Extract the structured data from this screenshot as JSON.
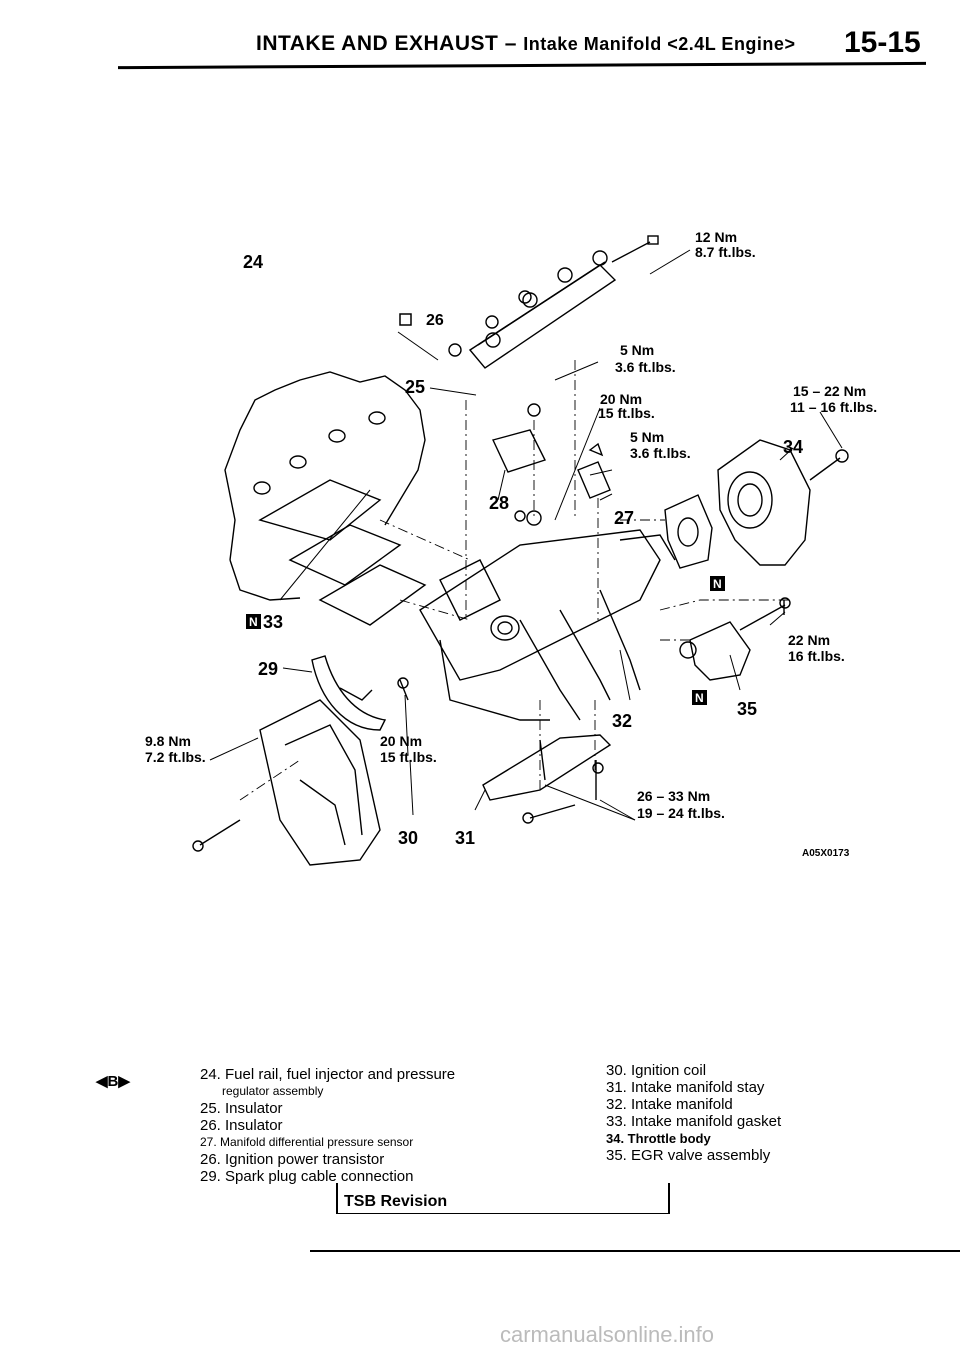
{
  "header": {
    "section": "INTAKE AND EXHAUST",
    "dash": "–",
    "subsection": "Intake Manifold <2.4L Engine>",
    "page_number": "15-15"
  },
  "figure_code": "A05X0173",
  "callouts": {
    "p24": "24",
    "p25": "25",
    "p26": "26",
    "p27": "27",
    "p28": "28",
    "p29": "29",
    "p30": "30",
    "p31": "31",
    "p32": "32",
    "p33": "33",
    "p34": "34",
    "p35": "35"
  },
  "new_part_marker": "N",
  "torques": {
    "t1_nm": "12 Nm",
    "t1_ft": "8.7 ft.lbs.",
    "t2_nm": "5 Nm",
    "t2_ft": "3.6 ft.lbs.",
    "t3_nm": "20 Nm",
    "t3_ft": "15 ft.lbs.",
    "t4_nm": "5 Nm",
    "t4_ft": "3.6 ft.lbs.",
    "t5_nm": "15 – 22 Nm",
    "t5_ft": "11 – 16 ft.lbs.",
    "t6_nm": "22 Nm",
    "t6_ft": "16 ft.lbs.",
    "t7_nm": "9.8 Nm",
    "t7_ft": "7.2 ft.lbs.",
    "t8_nm": "20 Nm",
    "t8_ft": "15 ft.lbs.",
    "t9_nm": "26 – 33 Nm",
    "t9_ft": "19 – 24 ft.lbs."
  },
  "legend_marker": "◀B▶",
  "legend_left": [
    "24. Fuel rail, fuel injector and pressure",
    "regulator assembly",
    "25. Insulator",
    "26. Insulator",
    "27. Manifold differential pressure sensor",
    "26. Ignition power transistor",
    "29. Spark plug cable connection"
  ],
  "legend_right": [
    "30. Ignition coil",
    "31. Intake manifold stay",
    "32. Intake manifold",
    "33. Intake manifold gasket",
    "34. Throttle body",
    "35. EGR valve assembly"
  ],
  "footer": {
    "tsb": "TSB Revision",
    "watermark": "carmanualsonline.info"
  }
}
